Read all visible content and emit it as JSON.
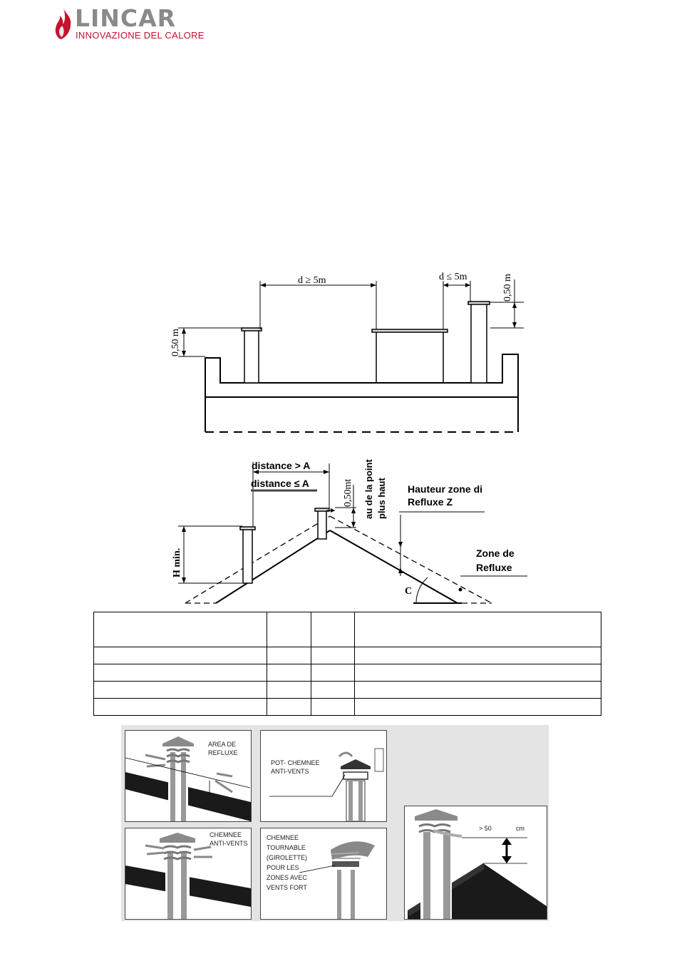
{
  "logo": {
    "brand": "LINCAR",
    "tagline": "INNOVAZIONE DEL CALORE",
    "colors": {
      "brand": "#8a8a8a",
      "accent": "#c4122f"
    }
  },
  "flat_roof_diagram": {
    "labels": {
      "distance_far": "d ≥ 5m",
      "distance_near": "d ≤ 5m",
      "height_left": "0,50 m",
      "height_right": "0,50 m"
    }
  },
  "pitched_roof_diagram": {
    "labels": {
      "distance_gt": "distance >  A",
      "distance_le": "distance ≤ A",
      "height_top": "0,50mt",
      "above_point_1": "au de la point",
      "above_point_2": "plus haut",
      "zone_height_1": "Hauteur zone di",
      "zone_height_2": "Refluxe  Z",
      "zone_1": "Zone de",
      "zone_2": "Refluxe",
      "h_min": "H min.",
      "angle": "C"
    }
  },
  "spec_table": {
    "rows": 5,
    "cols": 4
  },
  "illustrations": {
    "panel1": {
      "line1": "AREA DE",
      "line2": "REFLUXE"
    },
    "panel2": {
      "line1": "POT- CHEMNEE",
      "line2": "ANTI-VENTS"
    },
    "panel3": {
      "line1": "CHEMNEE",
      "line2": "ANTI-VENTS"
    },
    "panel4": {
      "line1": "CHEMNEE",
      "line2": "TOURNABLE",
      "line3": "(GIROLETTE)",
      "line4": "POUR LES",
      "line5": "ZONES AVEC",
      "line6": "VENTS FORT"
    },
    "panel5": {
      "measure": "> 50",
      "unit": "cm"
    }
  }
}
